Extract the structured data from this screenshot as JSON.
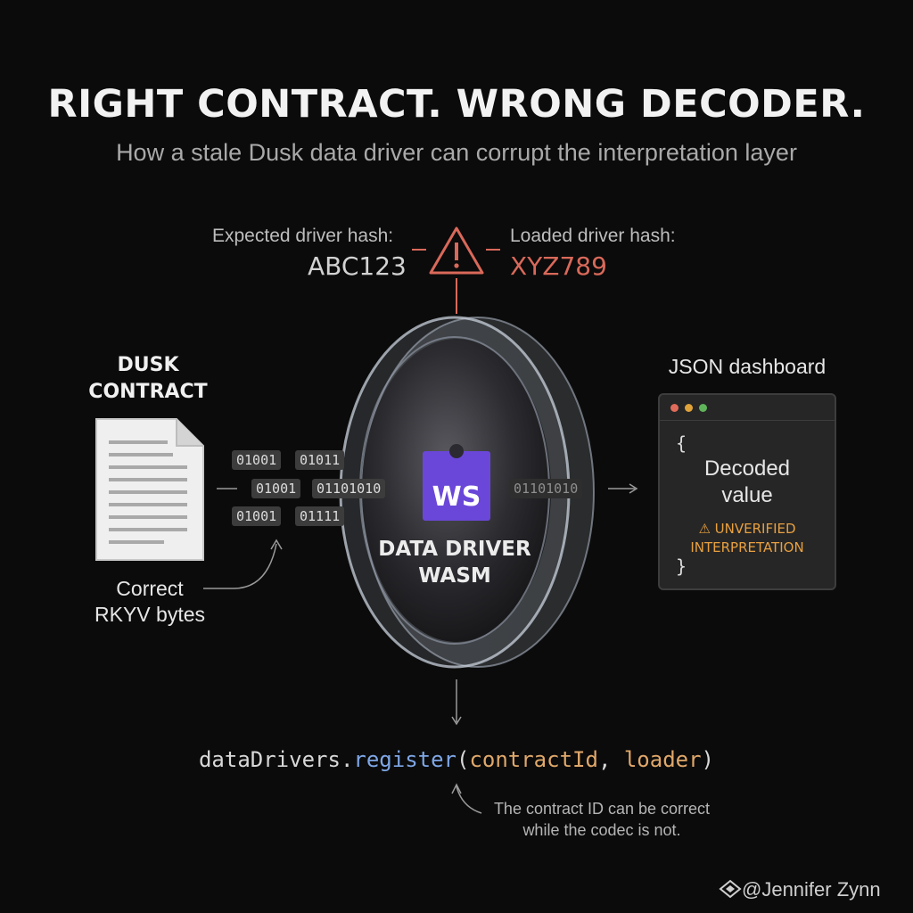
{
  "title": "RIGHT CONTRACT. WRONG DECODER.",
  "subtitle": "How a stale Dusk data driver can corrupt the interpretation layer",
  "hashes": {
    "expected_label": "Expected driver hash:",
    "expected_value": "ABC123",
    "loaded_label": "Loaded driver hash:",
    "loaded_value": "XYZ789",
    "warning_icon": "warning-triangle-icon"
  },
  "contract": {
    "title_line1": "DUSK",
    "title_line2": "CONTRACT",
    "icon": "document-icon",
    "caption_line1": "Correct",
    "caption_line2": "RKYV bytes"
  },
  "bytes": {
    "row1": [
      "01001",
      "01011"
    ],
    "row2": [
      "01001",
      "01101010"
    ],
    "row3": [
      "01001",
      "01111"
    ],
    "output": "01101010"
  },
  "driver": {
    "badge": "WS",
    "label_line1": "DATA DRIVER",
    "label_line2": "WASM"
  },
  "dashboard": {
    "title": "JSON dashboard",
    "open_brace": "{",
    "value_line1": "Decoded",
    "value_line2": "value",
    "warning_line1": "UNVERIFIED",
    "warning_line2": "INTERPRETATION",
    "close_brace": "}"
  },
  "code": {
    "object": "dataDrivers",
    "dot": ".",
    "method": "register",
    "open_paren": "(",
    "arg1": "contractId",
    "comma": ", ",
    "arg2": "loader",
    "close_paren": ")"
  },
  "note": {
    "line1": "The contract ID can be correct",
    "line2": "while the codec is not."
  },
  "watermark": "@Jennifer Zynn",
  "colors": {
    "background": "#0b0b0b",
    "warning_red": "#d9695a",
    "wasm_purple": "#6a47d8",
    "code_method_blue": "#7ea7e6",
    "code_arg_orange": "#e0a86a",
    "unverified_orange": "#e8a040"
  }
}
